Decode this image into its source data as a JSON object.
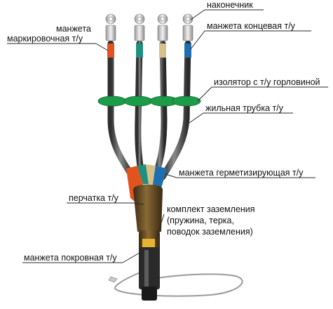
{
  "labels": {
    "lug": "наконечник",
    "end_sleeve": "манжета концевая т/у",
    "marking_sleeve_line1": "манжета",
    "marking_sleeve_line2": "маркировочная т/у",
    "insulator": "изолятор с т/у горловиной",
    "core_tube": "жильная трубка т/у",
    "sealing_sleeve": "манжета герметизирующая т/у",
    "glove": "перчатка т/у",
    "grounding_line1": "комплект заземления",
    "grounding_line2": "(пружина, терка,",
    "grounding_line3": "поводок заземления)",
    "cover_sleeve": "манжета покровная т/у"
  },
  "colors": {
    "core_1": "#e2541f",
    "core_2": "#1f8f80",
    "core_3": "#d8c189",
    "core_4": "#1f6fb0",
    "insulator": "#1c9c48",
    "tube": "#5b5b5b",
    "glove": "#6a4d25"
  }
}
